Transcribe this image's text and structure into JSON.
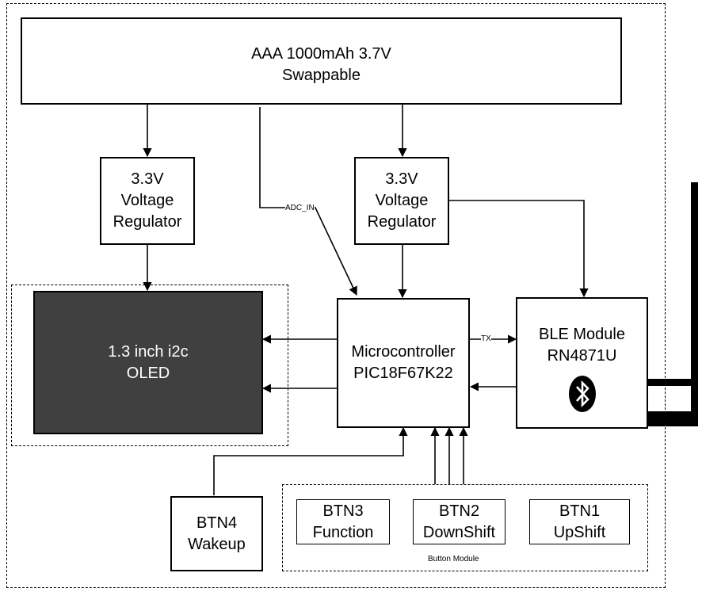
{
  "diagram": {
    "battery": {
      "line1": "AAA 1000mAh 3.7V",
      "line2": "Swappable"
    },
    "regulator_left": {
      "line1": "3.3V",
      "line2": "Voltage",
      "line3": "Regulator"
    },
    "regulator_right": {
      "line1": "3.3V",
      "line2": "Voltage",
      "line3": "Regulator"
    },
    "oled": {
      "line1": "1.3 inch i2c",
      "line2": "OLED"
    },
    "mcu": {
      "line1": "Microcontroller",
      "line2": "PIC18F67K22"
    },
    "ble": {
      "line1": "BLE Module",
      "line2": "RN4871U"
    },
    "btn4": {
      "line1": "BTN4",
      "line2": "Wakeup"
    },
    "btn3": {
      "line1": "BTN3",
      "line2": "Function"
    },
    "btn2": {
      "line1": "BTN2",
      "line2": "DownShift"
    },
    "btn1": {
      "line1": "BTN1",
      "line2": "UpShift"
    },
    "button_module_label": "Button Module",
    "adc_label": "ADC_IN",
    "tx_label": "TX",
    "icons": {
      "ble": "bluetooth-icon",
      "antenna": "antenna-icon"
    }
  }
}
